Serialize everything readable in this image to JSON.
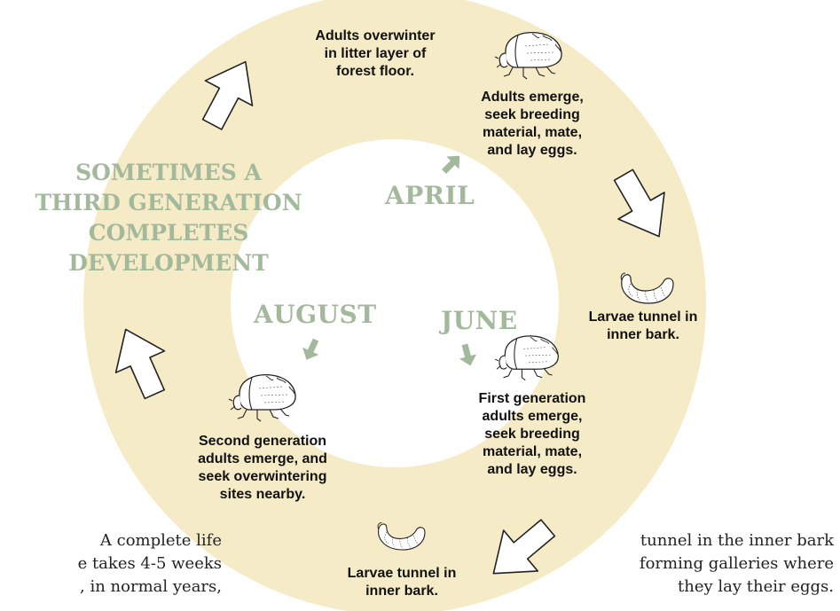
{
  "colors": {
    "ring": "#f6ebc7",
    "month": "#a3b99c",
    "arrow_outline": "#222222"
  },
  "stages": {
    "overwinter": "Adults overwinter\nin litter layer of\nforest floor.",
    "emerge_spring": "Adults emerge,\nseek breeding\nmaterial, mate,\nand lay eggs.",
    "larvae_1": "Larvae tunnel in\ninner bark.",
    "first_gen": "First generation\nadults emerge,\nseek breeding\nmaterial, mate,\nand lay eggs.",
    "larvae_2": "Larvae tunnel in\ninner bark.",
    "second_gen": "Second generation\nadults emerge, and\nseek overwintering\nsites nearby."
  },
  "months": {
    "april": "APRIL",
    "june": "JUNE",
    "august": "AUGUST"
  },
  "third_generation": "SOMETIMES A\nTHIRD GENERATION\nCOMPLETES\nDEVELOPMENT",
  "body_left": "A complete life\ne takes 4-5 weeks\n, in normal years,",
  "body_right": "tunnel in the inner bark\nforming galleries where\nthey lay their eggs.",
  "icons": {
    "beetle": "bark-beetle-icon",
    "larva": "larva-icon",
    "cycle_arrow": "cycle-arrow-icon",
    "month_arrow": "month-arrow-icon"
  }
}
